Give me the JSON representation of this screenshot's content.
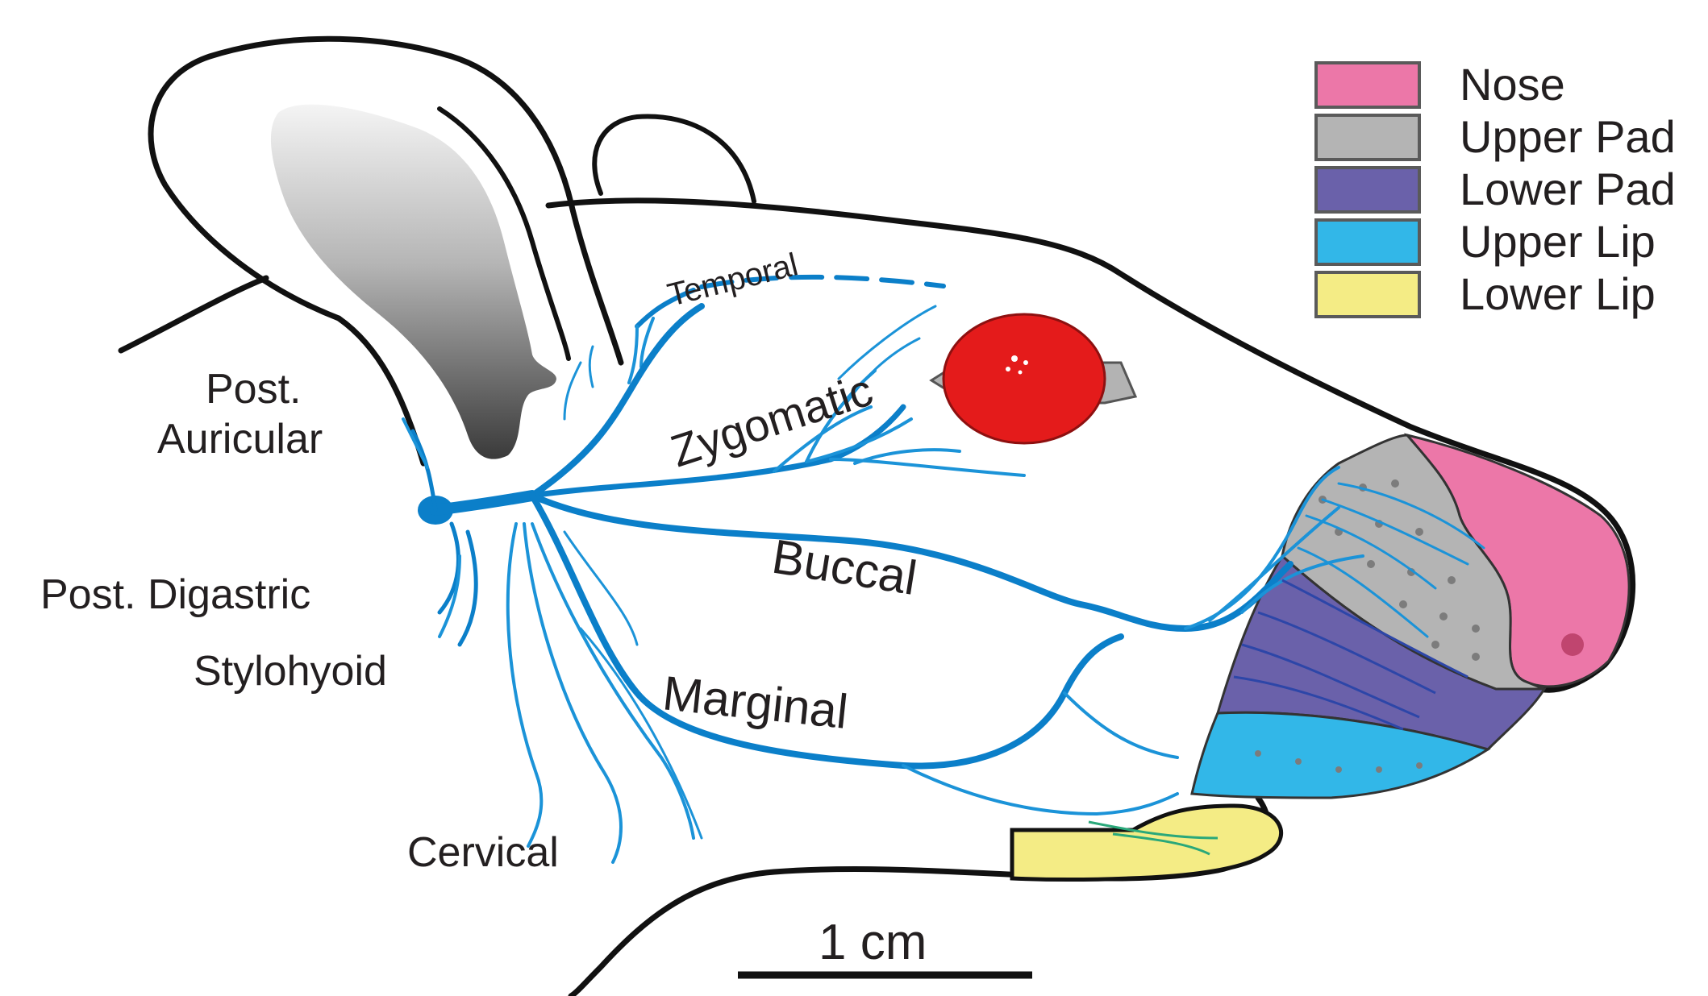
{
  "labels": {
    "temporal": "Temporal",
    "zygomatic": "Zygomatic",
    "buccal": "Buccal",
    "marginal": "Marginal",
    "post_auricular_line1": "Post.",
    "post_auricular_line2": "Auricular",
    "post_digastric": "Post. Digastric",
    "stylohyoid": "Stylohyoid",
    "cervical": "Cervical",
    "scale_bar": "1 cm"
  },
  "legend": [
    {
      "label": "Nose",
      "color": "#ec77a8"
    },
    {
      "label": "Upper Pad",
      "color": "#b4b4b4"
    },
    {
      "label": "Lower Pad",
      "color": "#6a61aa"
    },
    {
      "label": "Upper Lip",
      "color": "#32b7e8"
    },
    {
      "label": "Lower Lip",
      "color": "#f4ec85"
    }
  ],
  "colors": {
    "nerve": "#0b7fc9",
    "eye": "#e41b1b",
    "outline": "#111111"
  }
}
